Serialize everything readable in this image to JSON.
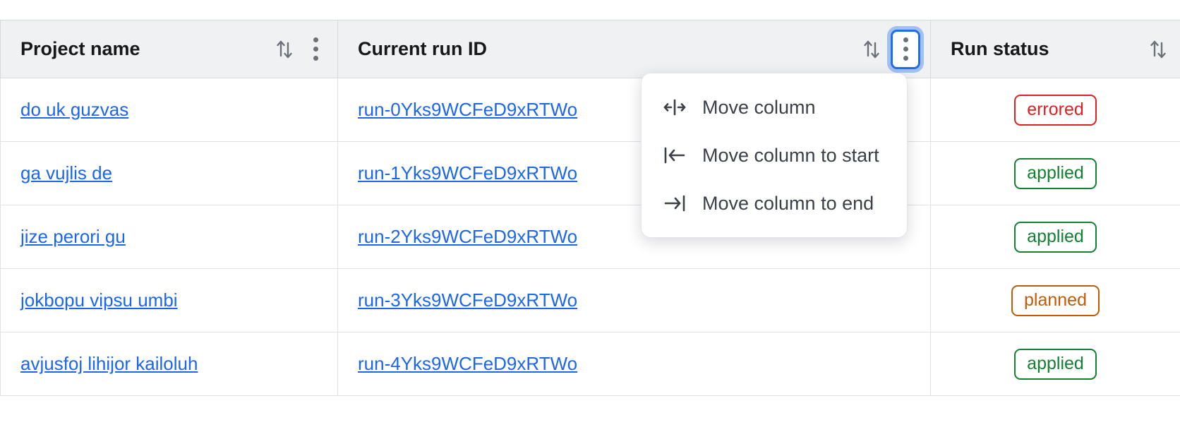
{
  "table": {
    "columns": [
      {
        "label": "Project name",
        "sort_icon": "sort-arrows-icon",
        "menu_icon": "kebab-menu-icon",
        "menu_focused": false
      },
      {
        "label": "Current run ID",
        "sort_icon": "sort-arrows-icon",
        "menu_icon": "kebab-menu-icon",
        "menu_focused": true
      },
      {
        "label": "Run status",
        "sort_icon": "sort-arrows-icon",
        "menu_icon": null,
        "menu_focused": false
      }
    ],
    "rows": [
      {
        "project_name": "do uk guzvas",
        "run_id": "run-0Yks9WCFeD9xRTWo",
        "status": "errored",
        "status_kind": "errored"
      },
      {
        "project_name": "ga vujlis de",
        "run_id": "run-1Yks9WCFeD9xRTWo",
        "status": "applied",
        "status_kind": "applied"
      },
      {
        "project_name": "jize perori gu",
        "run_id": "run-2Yks9WCFeD9xRTWo",
        "status": "applied",
        "status_kind": "applied"
      },
      {
        "project_name": "jokbopu vipsu umbi",
        "run_id": "run-3Yks9WCFeD9xRTWo",
        "status": "planned",
        "status_kind": "planned"
      },
      {
        "project_name": "avjusfoj lihijor kailoluh",
        "run_id": "run-4Yks9WCFeD9xRTWo",
        "status": "applied",
        "status_kind": "applied"
      }
    ]
  },
  "column_menu": {
    "items": [
      {
        "label": "Move column",
        "icon": "move-column-icon"
      },
      {
        "label": "Move column to start",
        "icon": "move-column-to-start-icon"
      },
      {
        "label": "Move column to end",
        "icon": "move-column-to-end-icon"
      }
    ]
  },
  "colors": {
    "link": "#1a66ef",
    "errored": "#e02020",
    "applied": "#118032",
    "planned": "#c25a08",
    "focus_ring": "#1f6feb",
    "header_bg": "#f0f1f3",
    "border": "#dfe1e4"
  }
}
